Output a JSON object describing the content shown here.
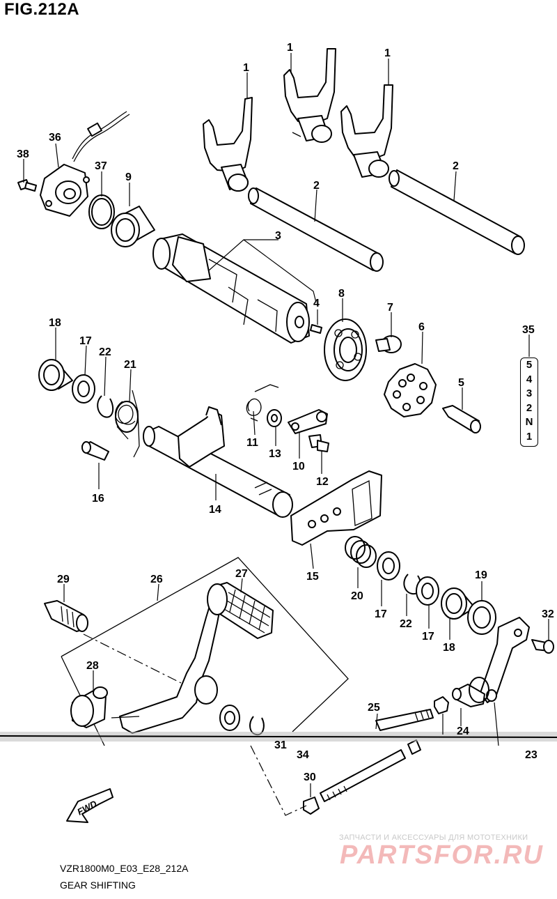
{
  "figure": {
    "title": "FIG.212A",
    "model_code": "VZR1800M0_E03_E28_212A",
    "caption": "GEAR SHIFTING",
    "fwd_label": "FWD",
    "watermark_tagline": "ЗАПЧАСТИ И АКСЕССУАРЫ ДЛЯ МОТОТЕХНИКИ",
    "watermark_logo": "PARTSFOR.RU"
  },
  "gear_indicator": {
    "callout": "35",
    "positions": [
      "5",
      "4",
      "3",
      "2",
      "N",
      "1"
    ]
  },
  "callouts": {
    "c1a": "1",
    "c1b": "1",
    "c1c": "1",
    "c2a": "2",
    "c2b": "2",
    "c3": "3",
    "c4": "4",
    "c5": "5",
    "c6": "6",
    "c7": "7",
    "c8": "8",
    "c9": "9",
    "c10": "10",
    "c11": "11",
    "c12": "12",
    "c13": "13",
    "c14": "14",
    "c15": "15",
    "c16": "16",
    "c17a": "17",
    "c17b": "17",
    "c17c": "17",
    "c18a": "18",
    "c18b": "18",
    "c19": "19",
    "c20": "20",
    "c21": "21",
    "c22a": "22",
    "c22b": "22",
    "c23": "23",
    "c24": "24",
    "c25": "25",
    "c26": "26",
    "c27": "27",
    "c28": "28",
    "c29": "29",
    "c30": "30",
    "c31": "31",
    "c32": "32",
    "c34": "34",
    "c36": "36",
    "c37": "37",
    "c38": "38"
  },
  "colors": {
    "line": "#000000",
    "watermark_logo": "#f3b9b9",
    "watermark_text": "#c8c8c8"
  }
}
